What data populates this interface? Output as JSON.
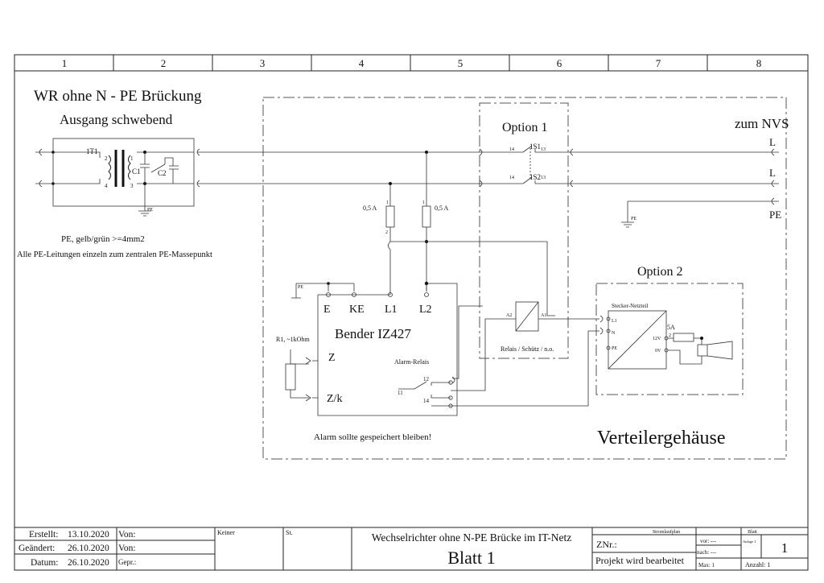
{
  "columns": [
    "1",
    "2",
    "3",
    "4",
    "5",
    "6",
    "7",
    "8"
  ],
  "left_title": "WR ohne N - PE Brückung",
  "left_subtitle": "Ausgang schwebend",
  "transformer_label": "1T1",
  "cap1_label": "C1",
  "cap2_label": "C2",
  "pin_labels": {
    "p1": "1",
    "p2": "2",
    "p3": "3",
    "p4": "4"
  },
  "pe_small": "PE",
  "pe_note": "PE, gelb/grün >=4mm2",
  "pe_note2": "Alle PE-Leitungen einzeln zum zentralen PE-Massepunkt",
  "option1": "Option 1",
  "option2": "Option 2",
  "zum_nvs": "zum NVS",
  "line_L1": "L",
  "line_L2": "L",
  "line_PE": "PE",
  "switch1": {
    "label": "1S1",
    "pin_a": "14",
    "pin_b": "13"
  },
  "switch2": {
    "label": "1S2",
    "pin_a": "14",
    "pin_b": "13"
  },
  "fuse_left": {
    "value": "0,5 A",
    "pin_top": "1",
    "pin_bottom": "2"
  },
  "fuse_right": {
    "value": "0,5 A",
    "pin_top": "1"
  },
  "bender": {
    "title": "Bender IZ427",
    "t_E": "E",
    "t_KE": "KE",
    "t_L1": "L1",
    "t_L2": "L2",
    "t_Z": "Z",
    "t_Zk": "Z/k",
    "alarm_relay": "Alarm-Relais",
    "r11": "11",
    "r12": "12",
    "r14": "14"
  },
  "resistor": "R1, ~1kOhm",
  "relay": {
    "a1": "A1",
    "a2": "A2",
    "caption": "Relais / Schütz / n.o."
  },
  "psu": {
    "title": "Stecker-Netzteil",
    "l1": "L1",
    "n": "N",
    "pe": "PE",
    "v12": "12V",
    "v0": "0V",
    "fuse": "5A",
    "fuse_pin": "2"
  },
  "alarm_note": "Alarm sollte gespeichert bleiben!",
  "enclosure": "Verteilergehäuse",
  "title_block": {
    "erstellt_label": "Erstellt:",
    "erstellt_date": "13.10.2020",
    "von1": "Von:",
    "geaendert_label": "Geändert:",
    "geaendert_date": "26.10.2020",
    "von2": "Von:",
    "datum_label": "Datum:",
    "datum_date": "26.10.2020",
    "gepr": "Gepr.:",
    "keiner": "Keiner",
    "st": "St.",
    "drawing_title": "Wechselrichter ohne N-PE Brücke im IT-Netz",
    "sheet_title": "Blatt 1",
    "znr": "ZNr.:",
    "project_status": "Projekt wird bearbeitet",
    "stromlaufplan": "Stromlaufplan",
    "blatt": "Blatt",
    "vor": "vor: ---",
    "anlage": "Anlage 1",
    "nach": "nach: ---",
    "max": "Max: 1",
    "anzahl": "Anzahl: 1",
    "sheet_no": "1"
  }
}
